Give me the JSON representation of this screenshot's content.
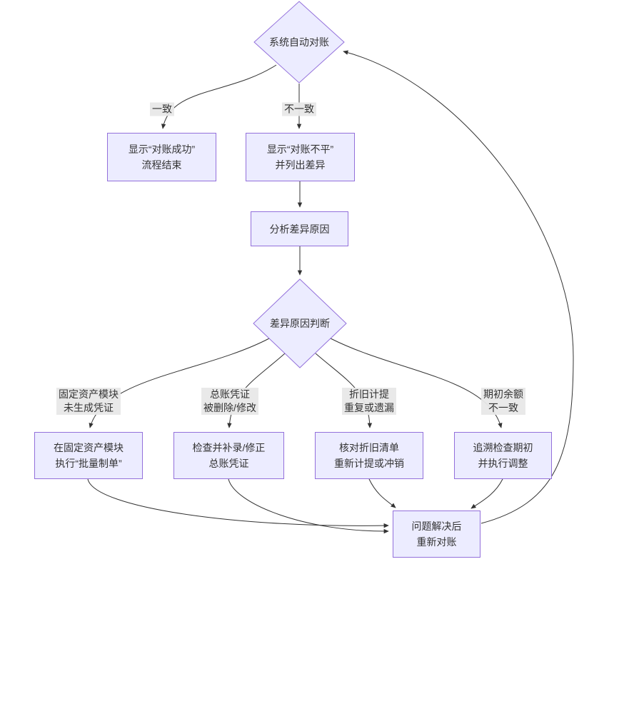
{
  "diagram": {
    "nodes": {
      "start": {
        "label": "系统自动对账",
        "shape": "diamond"
      },
      "judge": {
        "label": "差异原因判断",
        "shape": "diamond"
      },
      "success": {
        "label": "显示“对账成功”\n流程结束",
        "shape": "rect"
      },
      "unbalanced": {
        "label": "显示“对账不平”\n并列出差异",
        "shape": "rect"
      },
      "analyze": {
        "label": "分析差异原因",
        "shape": "rect"
      },
      "fix_fixed_assets": {
        "label": "在固定资产模块\n执行“批量制单”",
        "shape": "rect"
      },
      "fix_general_ledger": {
        "label": "检查并补录/修正\n总账凭证",
        "shape": "rect"
      },
      "fix_depreciation": {
        "label": "核对折旧清单\n重新计提或冲销",
        "shape": "rect"
      },
      "fix_opening_balance": {
        "label": "追溯检查期初\n并执行调整",
        "shape": "rect"
      },
      "redo": {
        "label": "问题解决后\n重新对账",
        "shape": "rect"
      }
    },
    "edge_labels": {
      "match": "一致",
      "mismatch": "不一致",
      "cause_fixed_assets": "固定资产模块\n未生成凭证",
      "cause_general_ledger": "总账凭证\n被删除/修改",
      "cause_depreciation": "折旧计提\n重复或遗漏",
      "cause_opening_balance": "期初余额\n不一致"
    },
    "colors": {
      "node_fill": "#ECECFF",
      "node_border": "#9370DB",
      "edge_stroke": "#333333",
      "edge_label_bg": "#e8e8e8",
      "text": "#333333",
      "background": "#ffffff"
    }
  }
}
